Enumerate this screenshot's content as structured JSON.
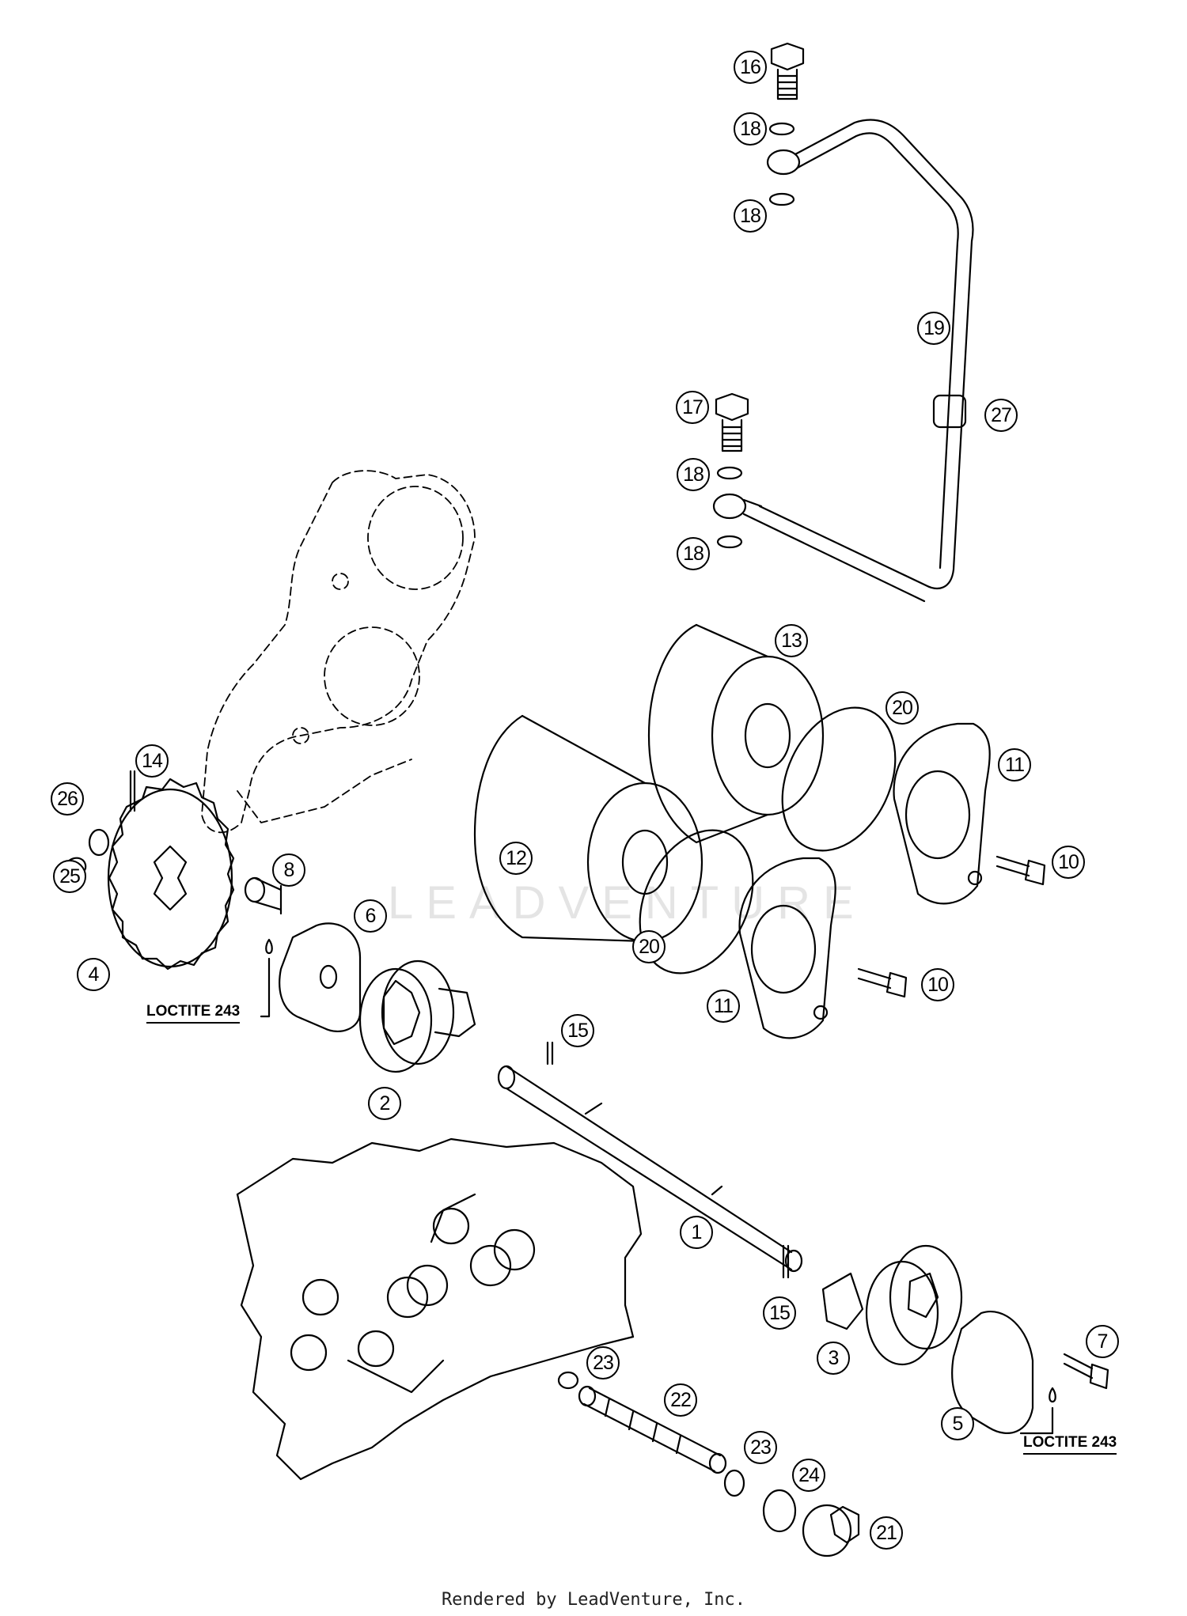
{
  "watermark": "LEADVENTURE",
  "footer": "Rendered by LeadVenture, Inc.",
  "loctite_labels": [
    "LOCTITE 243",
    "LOCTITE 243"
  ],
  "callouts": [
    {
      "id": "16",
      "label": "16"
    },
    {
      "id": "18a",
      "label": "18"
    },
    {
      "id": "18b",
      "label": "18"
    },
    {
      "id": "19",
      "label": "19"
    },
    {
      "id": "17",
      "label": "17"
    },
    {
      "id": "27",
      "label": "27"
    },
    {
      "id": "18c",
      "label": "18"
    },
    {
      "id": "18d",
      "label": "18"
    },
    {
      "id": "13",
      "label": "13"
    },
    {
      "id": "20a",
      "label": "20"
    },
    {
      "id": "11a",
      "label": "11"
    },
    {
      "id": "14",
      "label": "14"
    },
    {
      "id": "26",
      "label": "26"
    },
    {
      "id": "12",
      "label": "12"
    },
    {
      "id": "10a",
      "label": "10"
    },
    {
      "id": "25",
      "label": "25"
    },
    {
      "id": "8",
      "label": "8"
    },
    {
      "id": "6",
      "label": "6"
    },
    {
      "id": "20b",
      "label": "20"
    },
    {
      "id": "10b",
      "label": "10"
    },
    {
      "id": "4",
      "label": "4"
    },
    {
      "id": "11b",
      "label": "11"
    },
    {
      "id": "15a",
      "label": "15"
    },
    {
      "id": "2",
      "label": "2"
    },
    {
      "id": "1",
      "label": "1"
    },
    {
      "id": "15b",
      "label": "15"
    },
    {
      "id": "7",
      "label": "7"
    },
    {
      "id": "3",
      "label": "3"
    },
    {
      "id": "23a",
      "label": "23"
    },
    {
      "id": "22",
      "label": "22"
    },
    {
      "id": "5",
      "label": "5"
    },
    {
      "id": "23b",
      "label": "23"
    },
    {
      "id": "24",
      "label": "24"
    },
    {
      "id": "21",
      "label": "21"
    }
  ]
}
